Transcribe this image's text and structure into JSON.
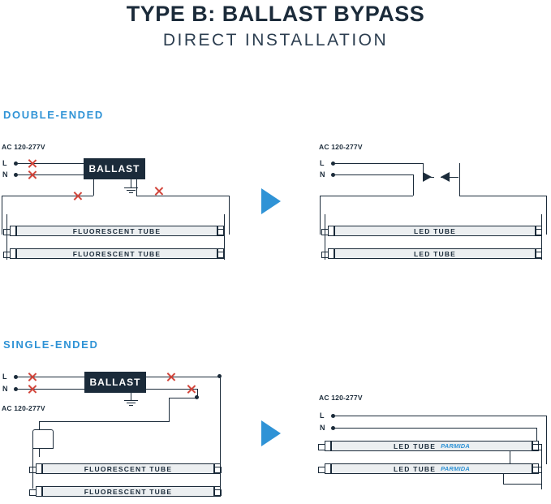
{
  "title": "TYPE B: BALLAST BYPASS",
  "subtitle": "DIRECT INSTALLATION",
  "sections": {
    "double_ended": "DOUBLE-ENDED",
    "single_ended": "SINGLE-ENDED"
  },
  "labels": {
    "voltage": "AC 120-277V",
    "line": "L",
    "neutral": "N",
    "ballast": "BALLAST",
    "fluorescent_tube": "FLUORESCENT TUBE",
    "led_tube": "LED TUBE",
    "brand": "PARMIDA"
  },
  "colors": {
    "accent": "#2f93d6",
    "dark": "#1b2b3a",
    "x_mark": "#d2463c",
    "tube_fill": "#eceff1"
  },
  "icons": {
    "arrow": "right-arrow-icon",
    "ground": "ground-symbol-icon",
    "disconnect": "red-x-icon"
  }
}
